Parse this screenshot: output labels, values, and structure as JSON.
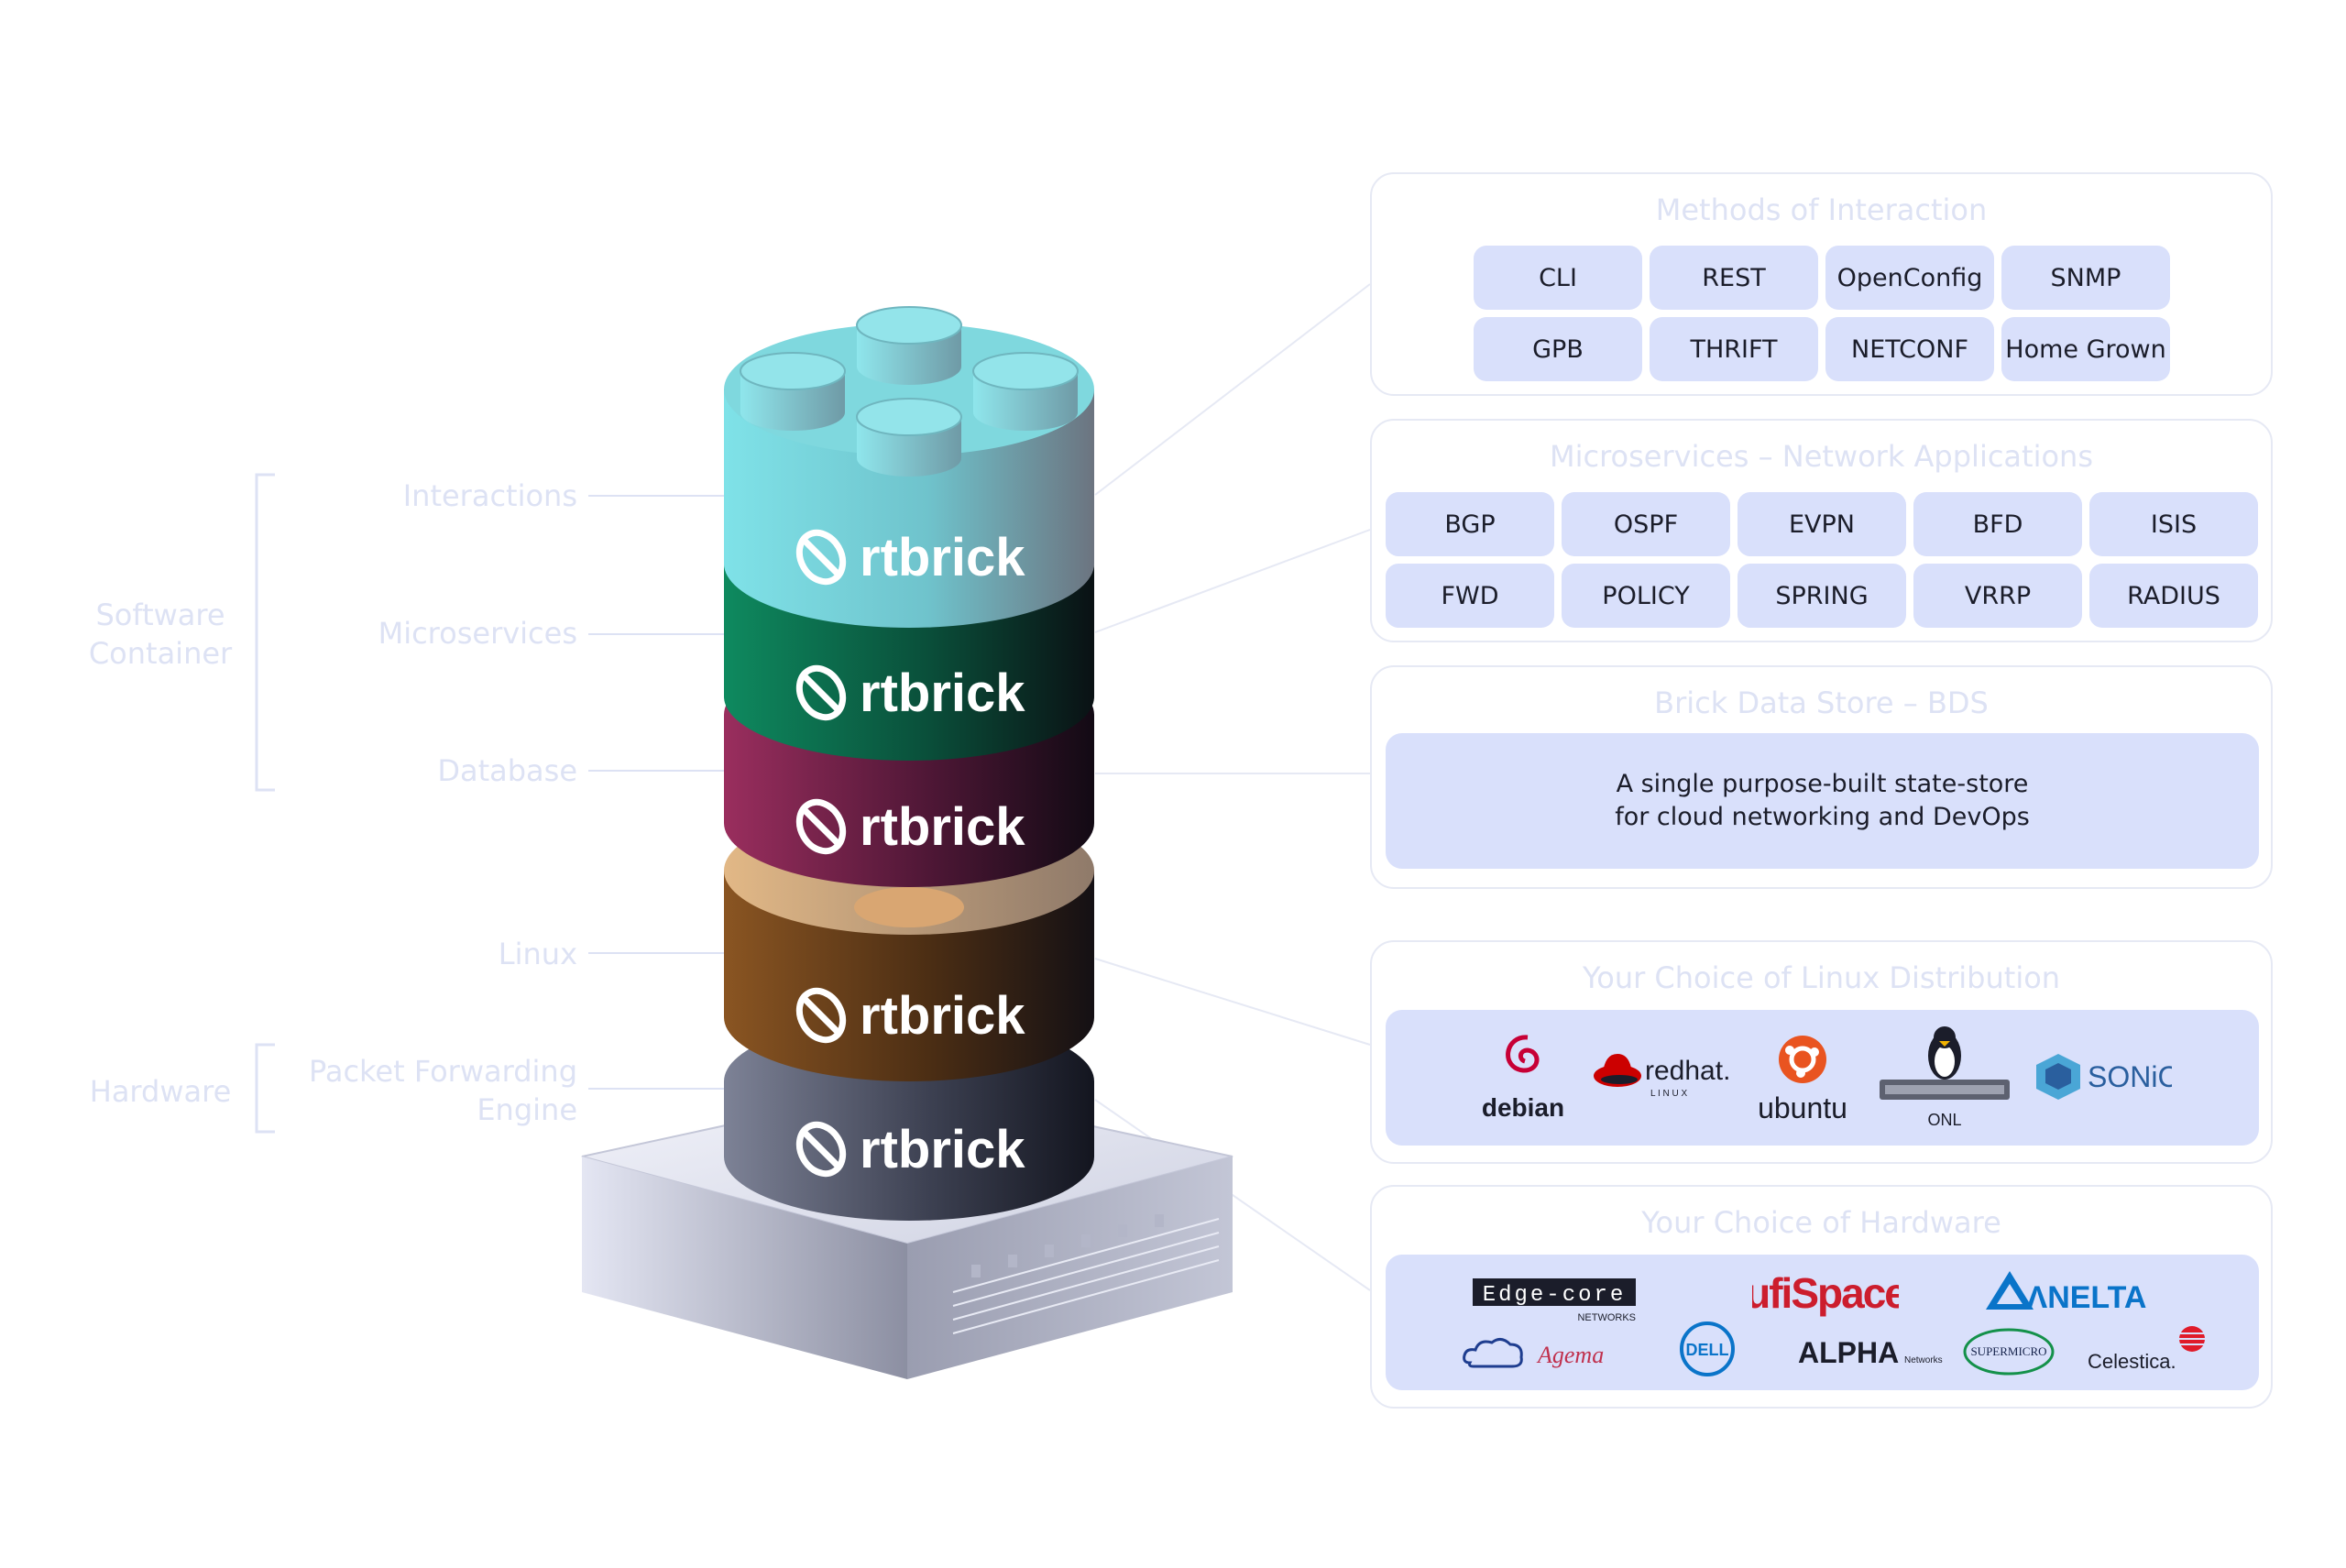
{
  "groups": {
    "software": [
      "Software",
      "Container"
    ],
    "hardware": "Hardware"
  },
  "layers": {
    "interactions": "Interactions",
    "microservices": "Microservices",
    "database": "Database",
    "linux": "Linux",
    "pfe": [
      "Packet Forwarding",
      "Engine"
    ]
  },
  "brand": "rtbrick",
  "panels": {
    "interaction": {
      "title": "Methods of Interaction",
      "items": [
        "CLI",
        "REST",
        "OpenConfig",
        "SNMP",
        "GPB",
        "THRIFT",
        "NETCONF",
        "Home Grown"
      ]
    },
    "micro": {
      "title": "Microservices – Network Applications",
      "items": [
        "BGP",
        "OSPF",
        "EVPN",
        "BFD",
        "ISIS",
        "FWD",
        "POLICY",
        "SPRING",
        "VRRP",
        "RADIUS"
      ]
    },
    "bds": {
      "title": "Brick Data Store – BDS",
      "lines": [
        "A single purpose-built state-store",
        "for cloud networking and DevOps"
      ]
    },
    "linux": {
      "title": "Your Choice of Linux Distribution",
      "logos": {
        "debian": "debian",
        "redhat": "redhat.",
        "redhat_sub": "L I N U X",
        "ubuntu": "ubuntu",
        "onl": "ONL",
        "sonic": "SONiC"
      }
    },
    "hardware": {
      "title": "Your Choice of Hardware",
      "logos": {
        "edgecore": "Edge-core",
        "edgecore_sub": "NETWORKS",
        "ufispace": "ufiSpace",
        "delta": "ΛNELTA",
        "agema": "Agema",
        "dell": "DELL",
        "alpha": "ALPHA",
        "alpha_sub": "Networks",
        "supermicro": "SUPERMICRO",
        "celestica": "Celestica."
      }
    }
  },
  "colors": {
    "panel_border": "#e6e9f4",
    "chip_bg": "#d9e0fb",
    "faded_text": "#dde2f4",
    "layer_interactions": "#7ad7de",
    "layer_microservices": "#0e7a57",
    "layer_database": "#8e2958",
    "layer_linux": "#7a4a1c",
    "layer_hardware": "#6a6f82"
  }
}
